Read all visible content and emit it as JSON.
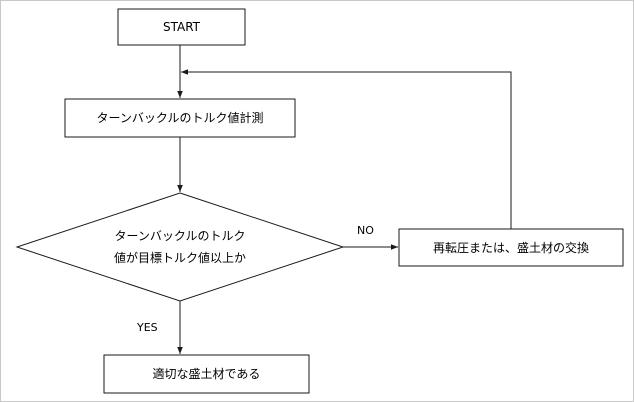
{
  "flowchart": {
    "start_label": "START",
    "measure_label": "ターンバックルのトルク値計測",
    "decision_line1": "ターンバックルのトルク",
    "decision_line2": "値が目標トルク値以上か",
    "no_label": "NO",
    "yes_label": "YES",
    "retry_label": "再転圧または、盛土材の交換",
    "result_label": "適切な盛土材である"
  }
}
